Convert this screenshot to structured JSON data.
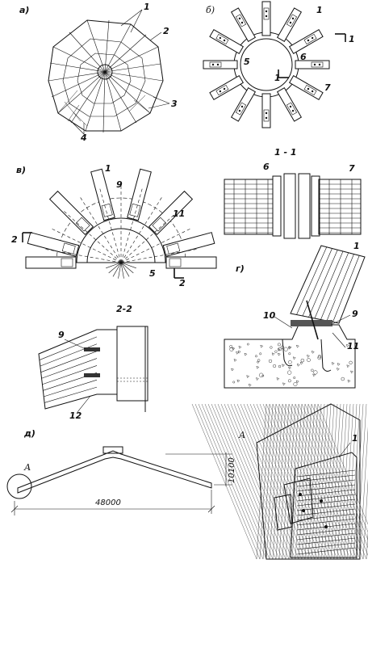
{
  "labels": {
    "a": "а)",
    "b": "б)",
    "v": "в)",
    "g": "г)",
    "d": "д)",
    "sec11": "1 - 1",
    "sec22": "2-2",
    "detailA": "А",
    "detailA2": "А"
  },
  "numbers": {
    "n1": "1",
    "n2": "2",
    "n3": "3",
    "n4": "4",
    "n5": "5",
    "n6": "6",
    "n7": "7",
    "n9": "9",
    "n10": "10",
    "n11": "11",
    "n12": "12"
  },
  "dimensions": {
    "span": "48000",
    "height": "10100"
  }
}
